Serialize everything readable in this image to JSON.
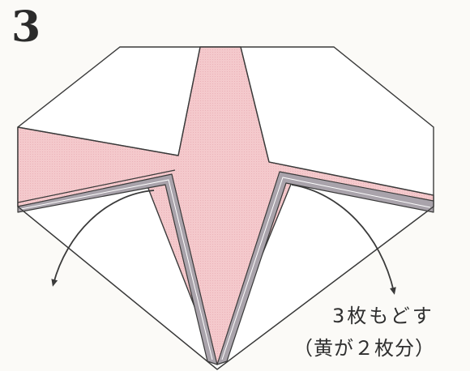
{
  "step": {
    "number": "3"
  },
  "instruction": {
    "line1": "3枚もどす",
    "line2": "（黄が２枚分）"
  },
  "colors": {
    "paper_pink": "#f4c9cc",
    "paper_white": "#ffffff",
    "layer_grey": "#a9a3ab",
    "line": "#3a3a3a",
    "text": "#2f2f2f"
  }
}
